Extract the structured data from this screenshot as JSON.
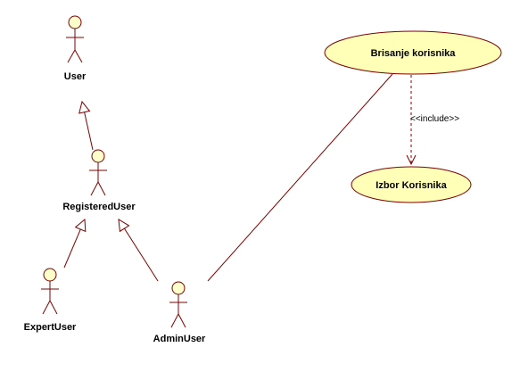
{
  "colors": {
    "line": "#800000",
    "actor_fill": "#ffffcc",
    "usecase_fill": "#ffffb8",
    "stroke": "#800000"
  },
  "actors": {
    "user": {
      "name": "User"
    },
    "registered_user": {
      "name": "RegisteredUser"
    },
    "expert_user": {
      "name": "ExpertUser"
    },
    "admin_user": {
      "name": "AdminUser"
    }
  },
  "use_cases": {
    "brisanje": {
      "name": "Brisanje korisnika"
    },
    "izbor": {
      "name": "Izbor Korisnika"
    }
  },
  "relationships": {
    "include_label": "<<include>>"
  }
}
